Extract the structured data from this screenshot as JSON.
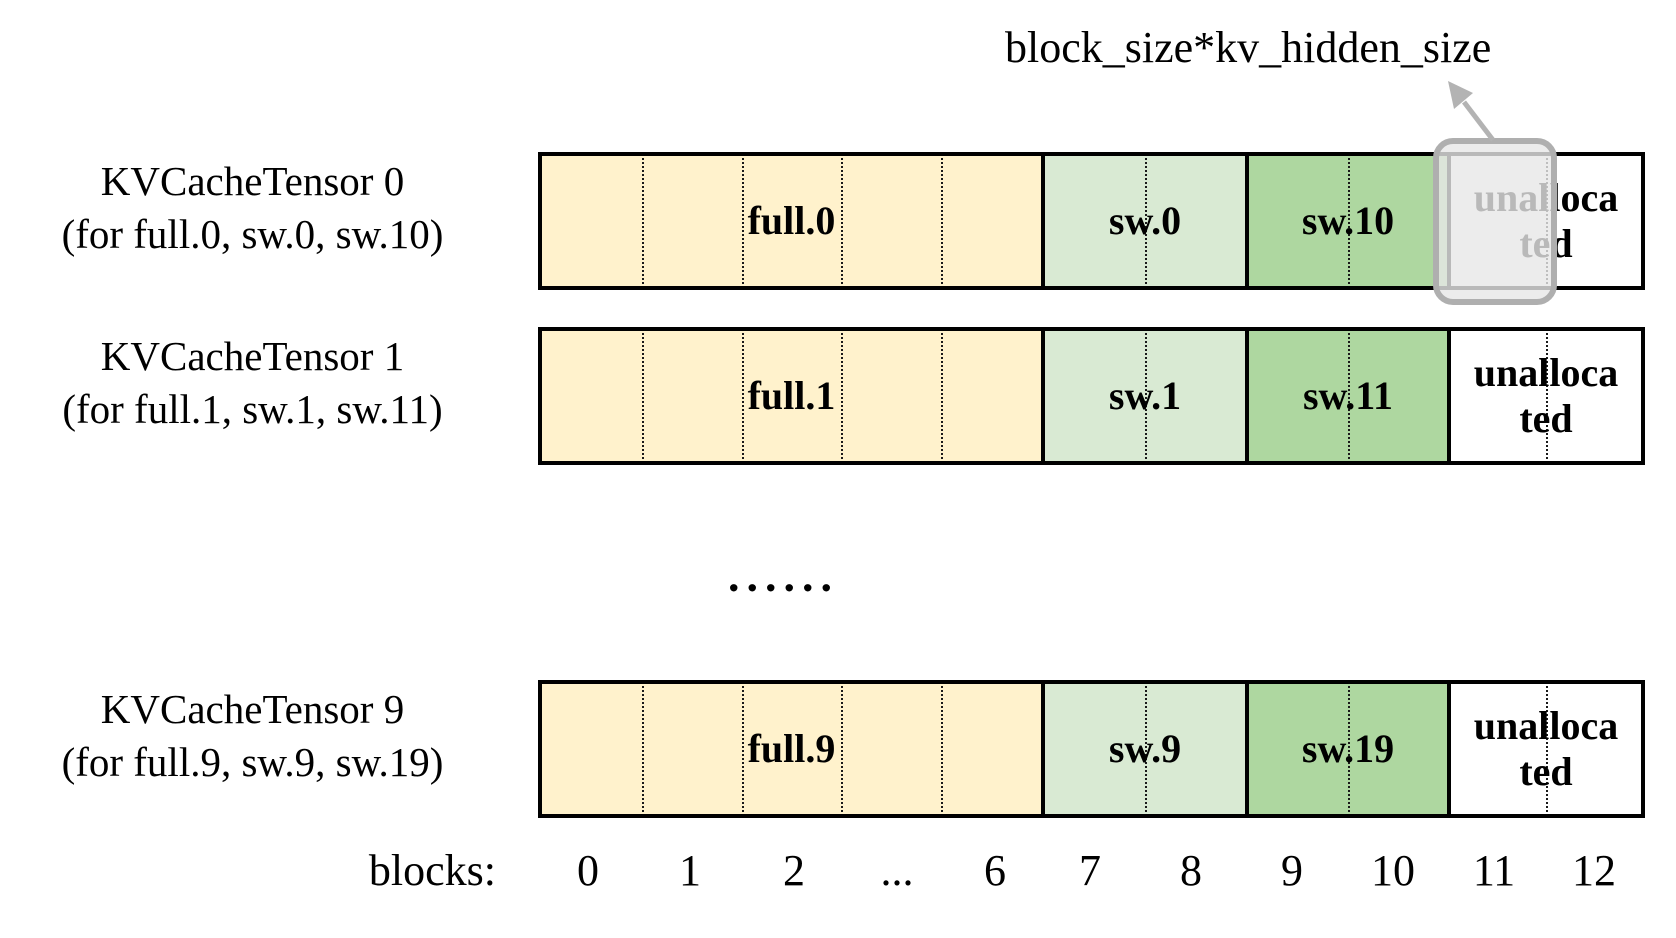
{
  "annotation": {
    "text": "block_size*kv_hidden_size",
    "arrow_icon": "arrow-up-left-icon",
    "points_to": "highlight-box"
  },
  "separator_ellipsis": "......",
  "axis": {
    "label": "blocks:",
    "ticks": [
      "0",
      "1",
      "2",
      "...",
      "6",
      "7",
      "8",
      "9",
      "10",
      "11",
      "12"
    ]
  },
  "tensors": [
    {
      "title": "KVCacheTensor 0",
      "subtitle": "(for full.0, sw.0, sw.10)",
      "highlighted": true,
      "segments": [
        {
          "label": "full.0",
          "kind": "full",
          "visible_cells": 5
        },
        {
          "label": "sw.0",
          "kind": "sw-light",
          "visible_cells": 2
        },
        {
          "label": "sw.10",
          "kind": "sw-dark",
          "visible_cells": 2
        },
        {
          "label": "unallocated",
          "wrap": [
            "unalloca",
            "ted"
          ],
          "kind": "unallocated",
          "visible_cells": 2
        }
      ]
    },
    {
      "title": "KVCacheTensor 1",
      "subtitle": "(for full.1, sw.1, sw.11)",
      "highlighted": false,
      "segments": [
        {
          "label": "full.1",
          "kind": "full",
          "visible_cells": 5
        },
        {
          "label": "sw.1",
          "kind": "sw-light",
          "visible_cells": 2
        },
        {
          "label": "sw.11",
          "kind": "sw-dark",
          "visible_cells": 2
        },
        {
          "label": "unallocated",
          "wrap": [
            "unalloca",
            "ted"
          ],
          "kind": "unallocated",
          "visible_cells": 2
        }
      ]
    },
    {
      "title": "KVCacheTensor 9",
      "subtitle": "(for full.9, sw.9, sw.19)",
      "highlighted": false,
      "segments": [
        {
          "label": "full.9",
          "kind": "full",
          "visible_cells": 5
        },
        {
          "label": "sw.9",
          "kind": "sw-light",
          "visible_cells": 2
        },
        {
          "label": "sw.19",
          "kind": "sw-dark",
          "visible_cells": 2
        },
        {
          "label": "unallocated",
          "wrap": [
            "unalloca",
            "ted"
          ],
          "kind": "unallocated",
          "visible_cells": 2
        }
      ]
    }
  ],
  "colors": {
    "full_fill": "#FFF2CC",
    "sw_light_fill": "#D9EAD3",
    "sw_dark_fill": "#AED7A0",
    "unallocated_fill": "#FFFFFF",
    "bar_border": "#000000",
    "highlight_fill": "#E7E7E7",
    "highlight_border": "#AFAFAF",
    "arrow": "#B3B3B3"
  }
}
